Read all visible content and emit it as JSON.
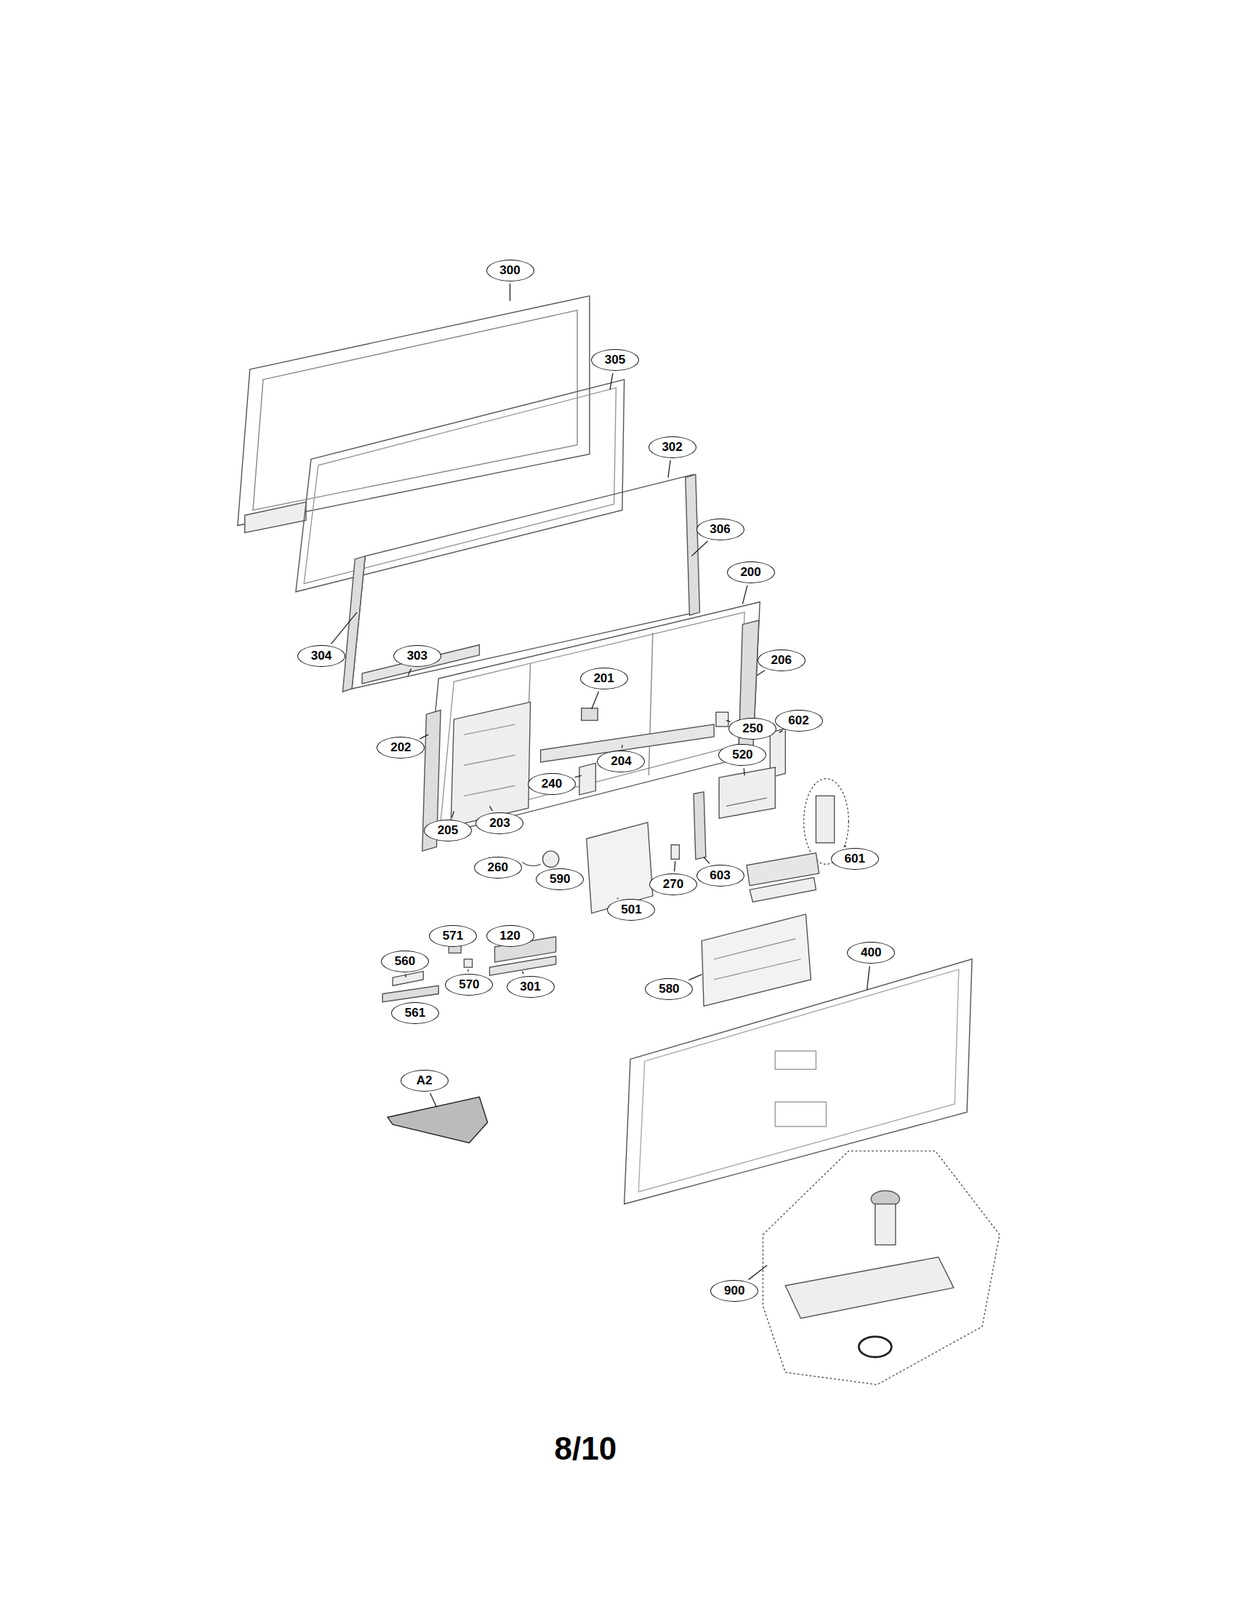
{
  "diagram": {
    "labels": [
      "300",
      "305",
      "302",
      "306",
      "200",
      "304",
      "303",
      "206",
      "201",
      "602",
      "250",
      "202",
      "520",
      "204",
      "240",
      "205",
      "203",
      "601",
      "260",
      "270",
      "603",
      "590",
      "501",
      "571",
      "120",
      "560",
      "570",
      "301",
      "561",
      "580",
      "400",
      "A2",
      "900",
      "8/10"
    ]
  }
}
